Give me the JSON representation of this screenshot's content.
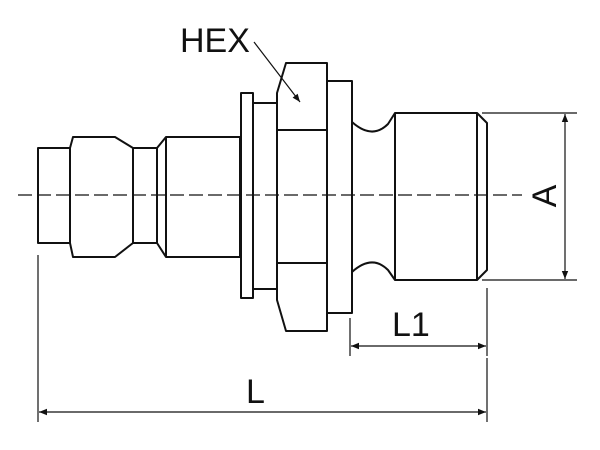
{
  "labels": {
    "hex": "HEX",
    "a": "A",
    "l1": "L1",
    "l": "L"
  },
  "colors": {
    "line": "#111111",
    "background": "#ffffff"
  }
}
